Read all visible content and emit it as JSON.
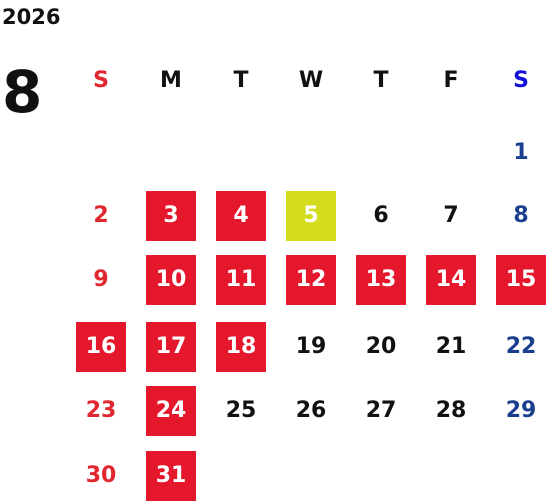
{
  "calendar": {
    "year": "2026",
    "month": "8",
    "colors": {
      "sunday_text": "#e0262f",
      "saturday_text": "#1b3f8f",
      "saturday_header_text": "#1111d8",
      "weekday_text": "#111111",
      "holiday_fill": "#e5172d",
      "today_fill": "#d4dc1e",
      "filled_text": "#ffffff"
    },
    "weekdays": [
      {
        "label": "S",
        "role": "sunday"
      },
      {
        "label": "M",
        "role": "weekday"
      },
      {
        "label": "T",
        "role": "weekday"
      },
      {
        "label": "W",
        "role": "weekday"
      },
      {
        "label": "T",
        "role": "weekday"
      },
      {
        "label": "F",
        "role": "weekday"
      },
      {
        "label": "S",
        "role": "saturday"
      }
    ],
    "weeks": [
      [
        null,
        null,
        null,
        null,
        null,
        null,
        {
          "day": "1",
          "state": "normal"
        }
      ],
      [
        {
          "day": "2",
          "state": "normal"
        },
        {
          "day": "3",
          "state": "holiday"
        },
        {
          "day": "4",
          "state": "holiday"
        },
        {
          "day": "5",
          "state": "today"
        },
        {
          "day": "6",
          "state": "normal"
        },
        {
          "day": "7",
          "state": "normal"
        },
        {
          "day": "8",
          "state": "normal"
        }
      ],
      [
        {
          "day": "9",
          "state": "normal"
        },
        {
          "day": "10",
          "state": "holiday"
        },
        {
          "day": "11",
          "state": "holiday"
        },
        {
          "day": "12",
          "state": "holiday"
        },
        {
          "day": "13",
          "state": "holiday"
        },
        {
          "day": "14",
          "state": "holiday"
        },
        {
          "day": "15",
          "state": "holiday"
        }
      ],
      [
        {
          "day": "16",
          "state": "holiday"
        },
        {
          "day": "17",
          "state": "holiday"
        },
        {
          "day": "18",
          "state": "holiday"
        },
        {
          "day": "19",
          "state": "normal"
        },
        {
          "day": "20",
          "state": "normal"
        },
        {
          "day": "21",
          "state": "normal"
        },
        {
          "day": "22",
          "state": "normal"
        }
      ],
      [
        {
          "day": "23",
          "state": "normal"
        },
        {
          "day": "24",
          "state": "holiday"
        },
        {
          "day": "25",
          "state": "normal"
        },
        {
          "day": "26",
          "state": "normal"
        },
        {
          "day": "27",
          "state": "normal"
        },
        {
          "day": "28",
          "state": "normal"
        },
        {
          "day": "29",
          "state": "normal"
        }
      ],
      [
        {
          "day": "30",
          "state": "normal"
        },
        {
          "day": "31",
          "state": "holiday"
        },
        null,
        null,
        null,
        null,
        null
      ]
    ]
  }
}
